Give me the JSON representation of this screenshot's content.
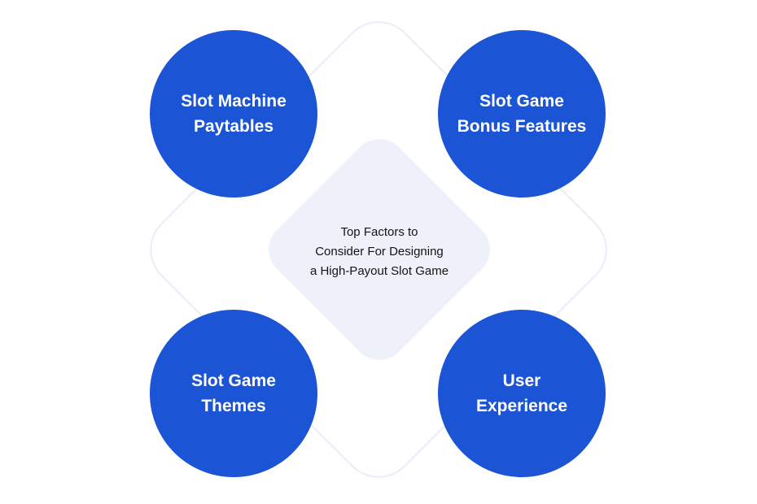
{
  "center": {
    "lines": [
      "Top Factors to",
      "Consider For Designing",
      "a High-Payout Slot Game"
    ]
  },
  "factors": [
    {
      "lines": [
        "Slot Machine",
        "Paytables"
      ]
    },
    {
      "lines": [
        "Slot Game",
        "Bonus Features"
      ]
    },
    {
      "lines": [
        "Slot Game",
        "Themes"
      ]
    },
    {
      "lines": [
        "User",
        "Experience"
      ]
    }
  ],
  "colors": {
    "circle": "#1b55d6",
    "center_background": "#eef1fa",
    "outer_diamond_border": "#e8edf8"
  }
}
